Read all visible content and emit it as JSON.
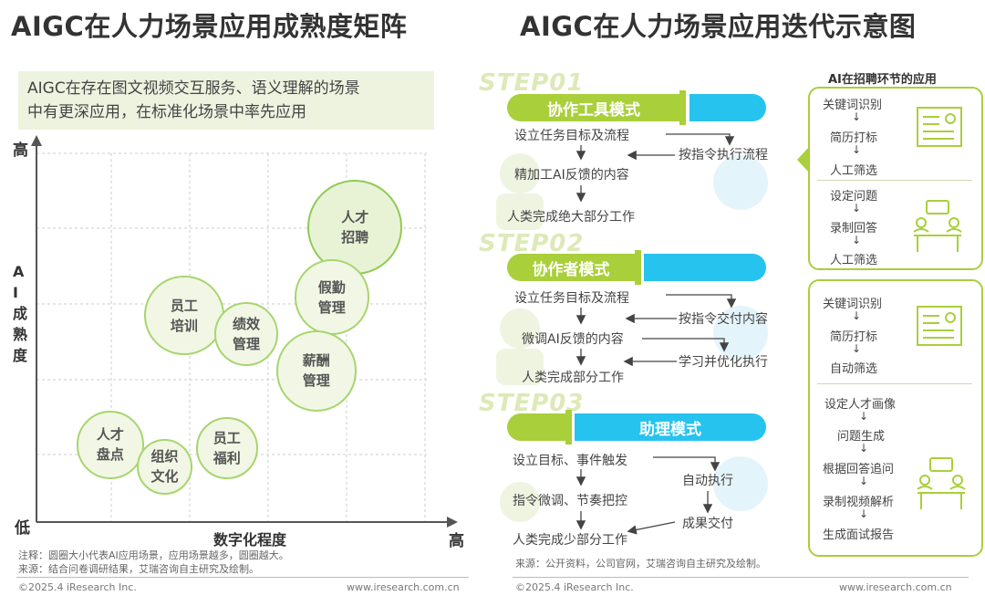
{
  "left": {
    "title": "AIGC在人力场景应用成熟度矩阵",
    "note_line1": "AIGC在存在图文视频交互服务、语义理解的场景",
    "note_line2": "中有更深应用，在标准化场景中率先应用",
    "footnote1": "注释：圆圈大小代表AI应用场景，应用场景越多，圆圈越大。",
    "footnote2": "来源：结合问卷调研结果，艾瑞咨询自主研究及绘制。",
    "copyright": "©2025.4 iResearch Inc.",
    "website": "www.iresearch.com.cn"
  },
  "chart_data": {
    "type": "scatter",
    "title": "AIGC在人力场景应用成熟度矩阵",
    "xlabel": "数字化程度",
    "ylabel": "AI成熟度",
    "x_low": "低",
    "x_high": "高",
    "y_high": "高",
    "y_low": "低",
    "x_range": [
      0,
      1
    ],
    "y_range": [
      0,
      1
    ],
    "grid": true,
    "points": [
      {
        "label": "人才招聘",
        "x": 0.82,
        "y": 0.8,
        "size": 1.0,
        "highlight": true
      },
      {
        "label": "假勤管理",
        "x": 0.76,
        "y": 0.61,
        "size": 0.79
      },
      {
        "label": "员工培训",
        "x": 0.38,
        "y": 0.56,
        "size": 0.84
      },
      {
        "label": "绩效管理",
        "x": 0.54,
        "y": 0.51,
        "size": 0.68
      },
      {
        "label": "薪酬管理",
        "x": 0.72,
        "y": 0.41,
        "size": 0.85
      },
      {
        "label": "人才盘点",
        "x": 0.19,
        "y": 0.21,
        "size": 0.72
      },
      {
        "label": "组织文化",
        "x": 0.33,
        "y": 0.15,
        "size": 0.59
      },
      {
        "label": "员工福利",
        "x": 0.49,
        "y": 0.2,
        "size": 0.65
      }
    ]
  },
  "right": {
    "title": "AIGC在人力场景应用迭代示意图",
    "side_title": "AI在招聘环节的应用",
    "source": "来源：公开资料，公司官网，艾瑞咨询自主研究及绘制。",
    "copyright": "©2025.4 iResearch Inc.",
    "website": "www.iresearch.com.cn",
    "steps": [
      {
        "step": "STEP01",
        "mode": "协作工具模式",
        "flow": [
          "设立任务目标及流程",
          "按指令执行流程",
          "精加工AI反馈的内容",
          "人类完成绝大部分工作"
        ]
      },
      {
        "step": "STEP02",
        "mode": "协作者模式",
        "flow": [
          "设立任务目标及流程",
          "按指令交付内容",
          "微调AI反馈的内容",
          "学习并优化执行",
          "人类完成部分工作"
        ]
      },
      {
        "step": "STEP03",
        "mode": "助理模式",
        "flow": [
          "设立目标、事件触发",
          "自动执行",
          "指令微调、节奏把控",
          "成果交付",
          "人类完成少部分工作"
        ]
      }
    ],
    "side_box1": {
      "group1": [
        "关键词识别",
        "简历打标",
        "人工筛选"
      ],
      "group2": [
        "设定问题",
        "录制回答",
        "人工筛选"
      ]
    },
    "side_box2": {
      "group1": [
        "关键词识别",
        "简历打标",
        "自动筛选"
      ],
      "group2": [
        "设定人才画像",
        "问题生成",
        "根据回答追问",
        "录制视频解析",
        "生成面试报告"
      ]
    }
  },
  "colors": {
    "green": "#a9cf3a",
    "blue": "#27c3ef",
    "bubble_border": "#a7d56f"
  }
}
